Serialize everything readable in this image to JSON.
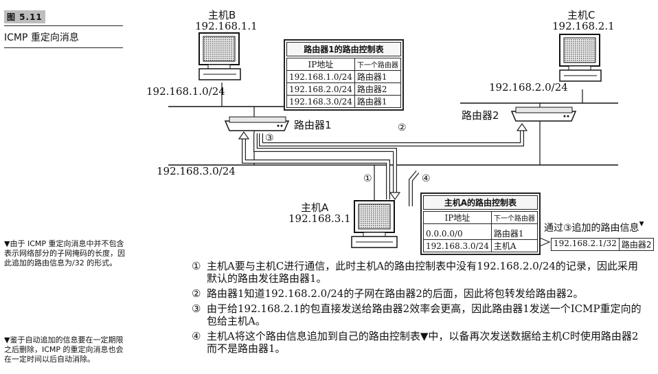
{
  "figure": {
    "tag": "图 5.11",
    "title": "ICMP 重定向消息"
  },
  "side_notes": [
    "▼由于 ICMP 重定向消息中并不包含表示网络部分的子网掩码的长度，因此追加的路由信息为/32 的形式。",
    "▼鉴于自动追加的信息要在一定期限之后删除，ICMP 的重定向消息也会在一定时间以后自动消除。"
  ],
  "hosts": {
    "b": {
      "name": "主机B",
      "ip": "192.168.1.1"
    },
    "c": {
      "name": "主机C",
      "ip": "192.168.2.1"
    },
    "a": {
      "name": "主机A",
      "ip": "192.168.3.1"
    }
  },
  "networks": {
    "n1": "192.168.1.0/24",
    "n2": "192.168.2.0/24",
    "n3": "192.168.3.0/24"
  },
  "routers": {
    "r1": "路由器1",
    "r2": "路由器2"
  },
  "path_numbers": [
    "①",
    "②",
    "③",
    "④"
  ],
  "router1_table": {
    "title": "路由器1的路由控制表",
    "headers": [
      "IP地址",
      "下一个路由器"
    ],
    "rows": [
      [
        "192.168.1.0/24",
        "路由器1"
      ],
      [
        "192.168.2.0/24",
        "路由器2"
      ],
      [
        "192.168.3.0/24",
        "路由器1"
      ]
    ]
  },
  "hostA_table": {
    "title": "主机A的路由控制表",
    "headers": [
      "IP地址",
      "下一个路由器"
    ],
    "rows": [
      [
        "0.0.0.0/0",
        "路由器1"
      ],
      [
        "192.168.3.0/24",
        "主机A"
      ]
    ]
  },
  "added_route": {
    "label": "通过③追加的路由信息",
    "marker": "▼",
    "ip": "192.168.2.1/32",
    "next": "路由器2"
  },
  "steps": [
    {
      "n": "①",
      "text": "主机A要与主机C进行通信，此时主机A的路由控制表中没有192.168.2.0/24的记录，因此采用默认的路由发往路由器1。"
    },
    {
      "n": "②",
      "text": "路由器1知道192.168.2.0/24的子网在路由器2的后面，因此将包转发给路由器2。"
    },
    {
      "n": "③",
      "text": "由于给192.168.2.1的包直接发送给路由器2效率会更高，因此路由器1发送一个ICMP重定向的包给主机A。"
    },
    {
      "n": "④",
      "text": "主机A将这个路由信息追加到自己的路由控制表▼中，以备再次发送数据给主机C时使用路由器2而不是路由器1。"
    }
  ]
}
